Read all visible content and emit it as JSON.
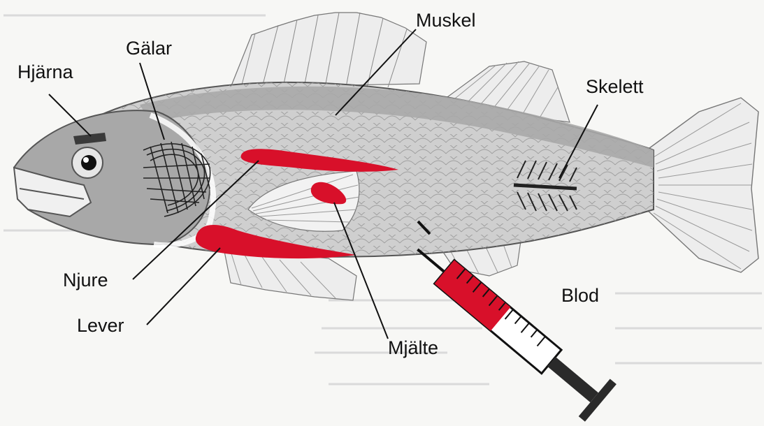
{
  "labels": {
    "hjarna": "Hjärna",
    "galar": "Gälar",
    "muskel": "Muskel",
    "skelett": "Skelett",
    "njure": "Njure",
    "lever": "Lever",
    "mjalte": "Mjälte",
    "blod": "Blod"
  },
  "colors": {
    "organ_red": "#d8102a",
    "body_gray": "#c9c9c9",
    "muscle_band": "#a9a9a9",
    "head_gray": "#a3a3a3",
    "fin": "#ededed",
    "background": "#f7f7f5"
  }
}
